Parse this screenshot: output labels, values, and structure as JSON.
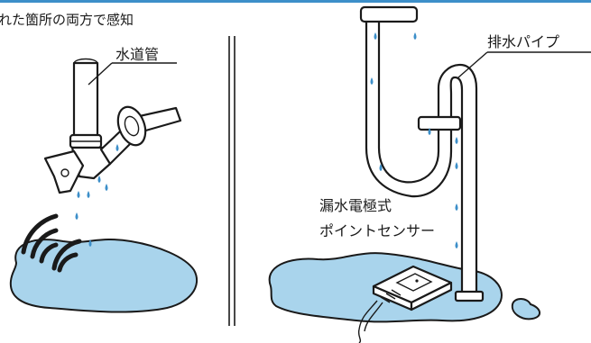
{
  "header": {
    "caption": "れた箇所の両方で感知",
    "accent_color": "#3d8fc9"
  },
  "left_panel": {
    "label": "水道管"
  },
  "right_panel": {
    "pipe_label": "排水パイプ",
    "sensor_label_line1": "漏水電極式",
    "sensor_label_line2": "ポイントセンサー"
  },
  "colors": {
    "water": "#a9d4ec",
    "drop": "#3d8fc9",
    "line": "#1a1a1a"
  },
  "icons": [
    "water-drop-icon",
    "signal-wave-icon",
    "leak-sensor-icon"
  ]
}
